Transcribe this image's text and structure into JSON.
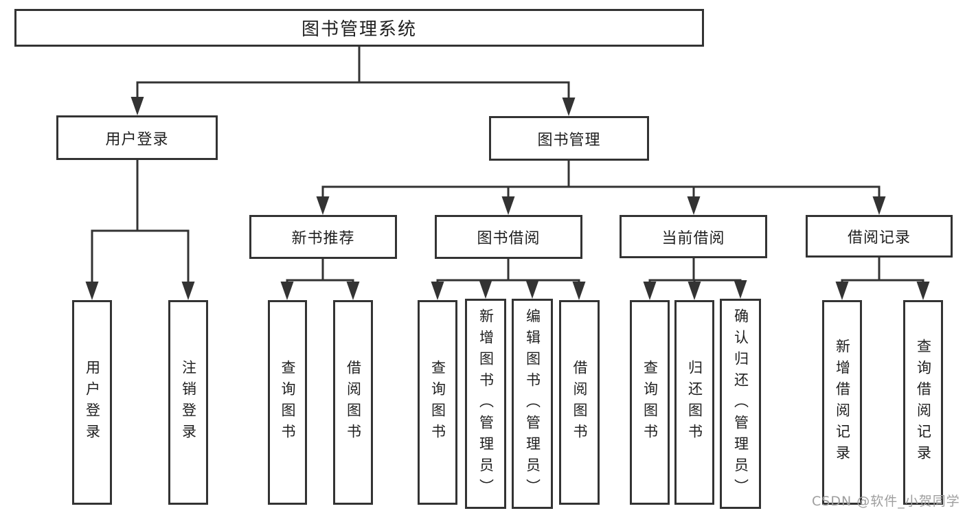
{
  "diagram": {
    "root": "图书管理系统",
    "level1": [
      "用户登录",
      "图书管理"
    ],
    "level2": [
      "新书推荐",
      "图书借阅",
      "当前借阅",
      "借阅记录"
    ],
    "leaves_user_login": [
      "用户登录",
      "注销登录"
    ],
    "leaves_new_book": [
      "查询图书",
      "借阅图书"
    ],
    "leaves_book_borrow": [
      "查询图书",
      "新增图书（管理员）",
      "编辑图书（管理员）",
      "借阅图书"
    ],
    "leaves_current_borrow": [
      "查询图书",
      "归还图书",
      "确认归还（管理员）"
    ],
    "leaves_borrow_record": [
      "新增借阅记录",
      "查询借阅记录"
    ]
  },
  "watermark": "CSDN @软件_小贺同学",
  "colors": {
    "line": "#333333",
    "text": "#1f1f1f",
    "watermark": "#9e9e9e",
    "background": "#ffffff"
  }
}
